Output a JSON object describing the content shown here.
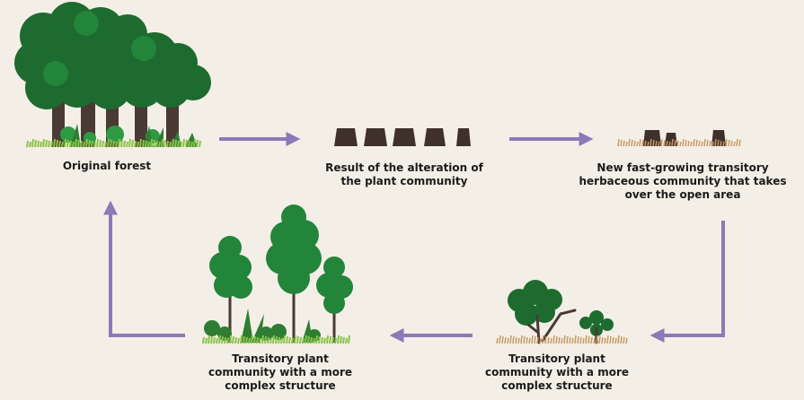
{
  "stages": [
    {
      "id": "original-forest",
      "lines": [
        "Original forest"
      ]
    },
    {
      "id": "altered-community",
      "lines": [
        "Result of the alteration of",
        "the plant community"
      ]
    },
    {
      "id": "herbaceous-community",
      "lines": [
        "New fast-growing transitory",
        "herbaceous community that takes",
        "over the open area"
      ]
    },
    {
      "id": "transitory-community-early",
      "lines": [
        "Transitory plant",
        "community with a more",
        "complex structure"
      ]
    },
    {
      "id": "transitory-community-late",
      "lines": [
        "Transitory plant",
        "community with a more",
        "complex structure"
      ]
    }
  ],
  "colors": {
    "background": "#f3efe7",
    "arrow": "#8a7ab8",
    "canopy_dark": "#1d6b2e",
    "canopy_mid": "#22853a",
    "canopy_light": "#2e9a43",
    "trunk": "#4a3a34",
    "stump": "#3f302b",
    "grass_light": "#8bc34a",
    "grass_dark": "#2e7d32",
    "dry_grass": "#c79a62"
  }
}
